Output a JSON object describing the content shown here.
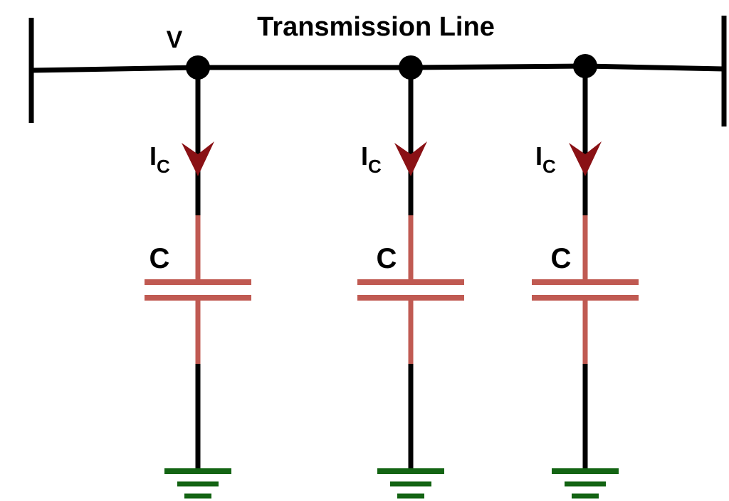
{
  "diagram": {
    "title": "Transmission Line",
    "voltage_label": "V",
    "branches": [
      {
        "current_label": "I",
        "current_subscript": "C",
        "capacitor_label": "C"
      },
      {
        "current_label": "I",
        "current_subscript": "C",
        "capacitor_label": "C"
      },
      {
        "current_label": "I",
        "current_subscript": "C",
        "capacitor_label": "C"
      }
    ],
    "colors": {
      "wire": "#000000",
      "capacitor": "#c05a52",
      "arrow": "#8a1115",
      "ground": "#136413"
    }
  }
}
